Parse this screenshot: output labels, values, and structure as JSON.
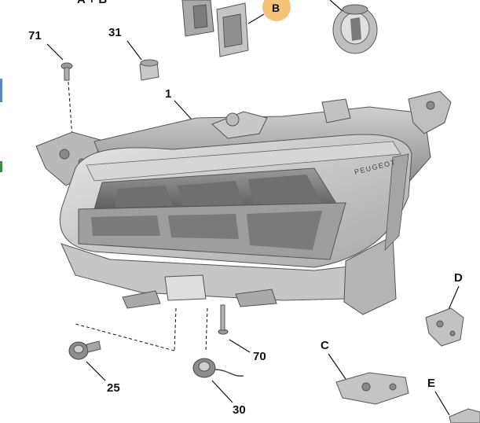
{
  "labels": {
    "top_left_partial": "A + B",
    "badge_b": "B",
    "part_71": "71",
    "part_31": "31",
    "part_1": "1",
    "part_70": "70",
    "part_25": "25",
    "part_30": "30",
    "part_c": "C",
    "part_d": "D",
    "part_e": "E"
  },
  "headlamp": {
    "brand_text": "PEUGEOT"
  },
  "colors": {
    "badge_fill": "#f7c27a",
    "part_gray_dark": "#8a8a8a",
    "part_gray_mid": "#b5b5b5",
    "part_gray_light": "#d9d9d9"
  }
}
